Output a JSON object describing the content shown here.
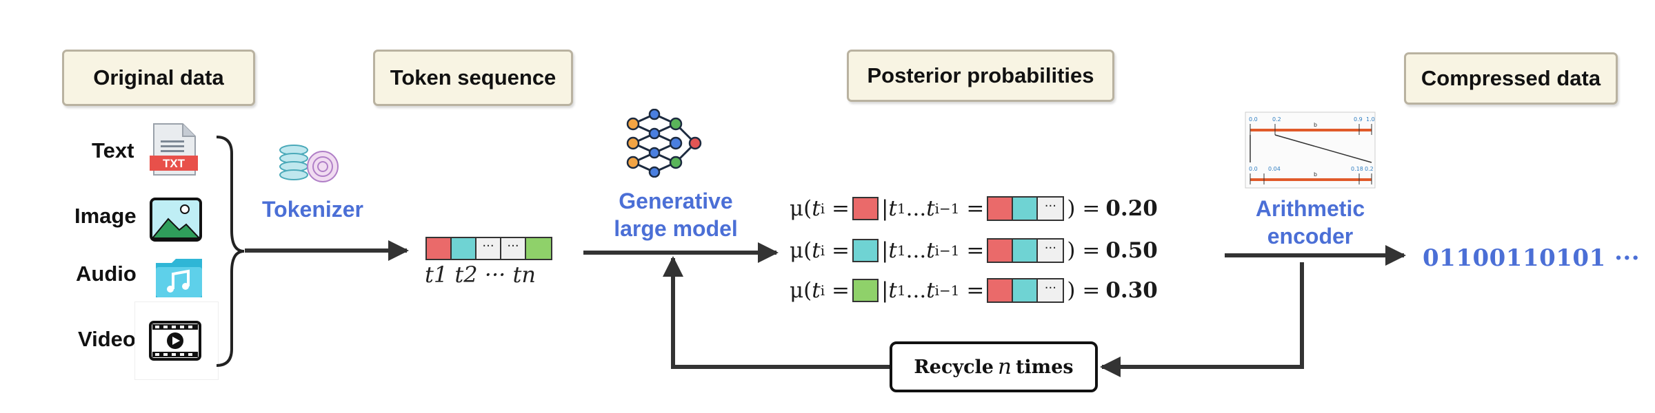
{
  "headers": {
    "original": "Original data",
    "token_sequence": "Token sequence",
    "posterior": "Posterior probabilities",
    "compressed": "Compressed data"
  },
  "modalities": [
    "Text",
    "Image",
    "Audio",
    "Video"
  ],
  "icons": {
    "text_file": "TXT",
    "tokenizer": "coin-stack-icon",
    "model": "neural-network-icon",
    "encoder": "arithmetic-coding-chart-icon"
  },
  "tokenizer_label": "Tokenizer",
  "model_label": [
    "Generative",
    "large model"
  ],
  "encoder_label": [
    "Arithmetic",
    "encoder"
  ],
  "token_strip": {
    "cells": [
      "",
      "",
      "···",
      "···",
      ""
    ],
    "colors": [
      "#ea6a6a",
      "#6fd3d3",
      "#f0f0f0",
      "#f0f0f0",
      "#8fd16a"
    ],
    "caption": "t1 t2 ··· tn"
  },
  "equations": [
    {
      "color": "#ea6a6a",
      "value": "0.20"
    },
    {
      "color": "#6fd3d3",
      "value": "0.50"
    },
    {
      "color": "#8fd16a",
      "value": "0.30"
    }
  ],
  "equation_text": {
    "mu": "μ",
    "var": "t",
    "sub_i": "i",
    "eq": "=",
    "context": "|t",
    "sub_1": "1",
    "dots": "...",
    "sub_prev": "i−1",
    "close": ")",
    "ellipsis_cell": "···"
  },
  "recycle": {
    "prefix": "Recycle",
    "var": "n",
    "suffix": "times"
  },
  "output_bits": "01100110101",
  "output_trail": "···",
  "encoder_chart": {
    "top_ticks": [
      "0.0",
      "0.2",
      "b",
      "0.9",
      "1.0"
    ],
    "bottom_ticks": [
      "0.0",
      "0.04",
      "b",
      "0.18",
      "0.2"
    ]
  },
  "colors": {
    "header_bg": "#f8f4e3",
    "accent_blue": "#4b6fd6",
    "arrow": "#333333",
    "red_token": "#ea6a6a",
    "cyan_token": "#6fd3d3",
    "green_token": "#8fd16a"
  }
}
